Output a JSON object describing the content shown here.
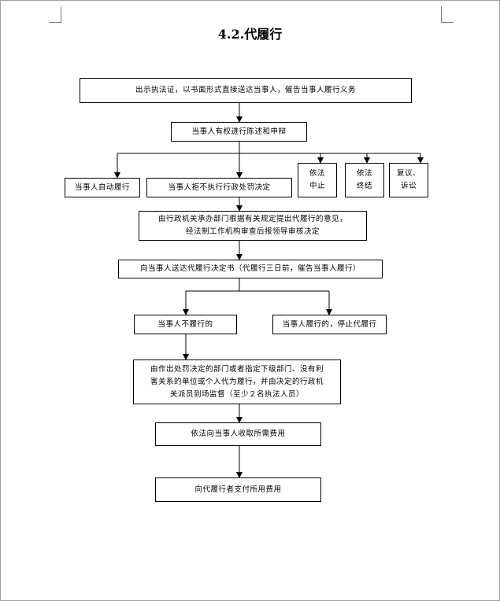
{
  "title": "4.2.代履行",
  "nodes": {
    "n1": "出示执法证，以书面形式直接送达当事人，催告当事人履行义务",
    "n2": "当事人有权进行陈述和申辩",
    "n3": "当事人自动履行",
    "n4": "当事人拒不执行行政处罚决定",
    "n5": "依法\n中止",
    "n6": "依法\n终结",
    "n7": "复议、\n诉讼",
    "n8": "由行政机关承办部门根据有关规定提出代履行的意见，\n经法制工作机构审查后报领导审核决定",
    "n9": "向当事人送达代履行决定书（代履行三日前，催告当事人履行）",
    "n10": "当事人不履行的",
    "n11": "当事人履行的，停止代履行",
    "n12": "由作出处罚决定的部门或者指定下级部门、没有利\n害关系的单位或个人代为履行，并由决定的行政机\n关派员到场监督（至少２名执法人员）",
    "n13": "依法向当事人收取所需费用",
    "n14": "向代履行者支付所用费用"
  }
}
